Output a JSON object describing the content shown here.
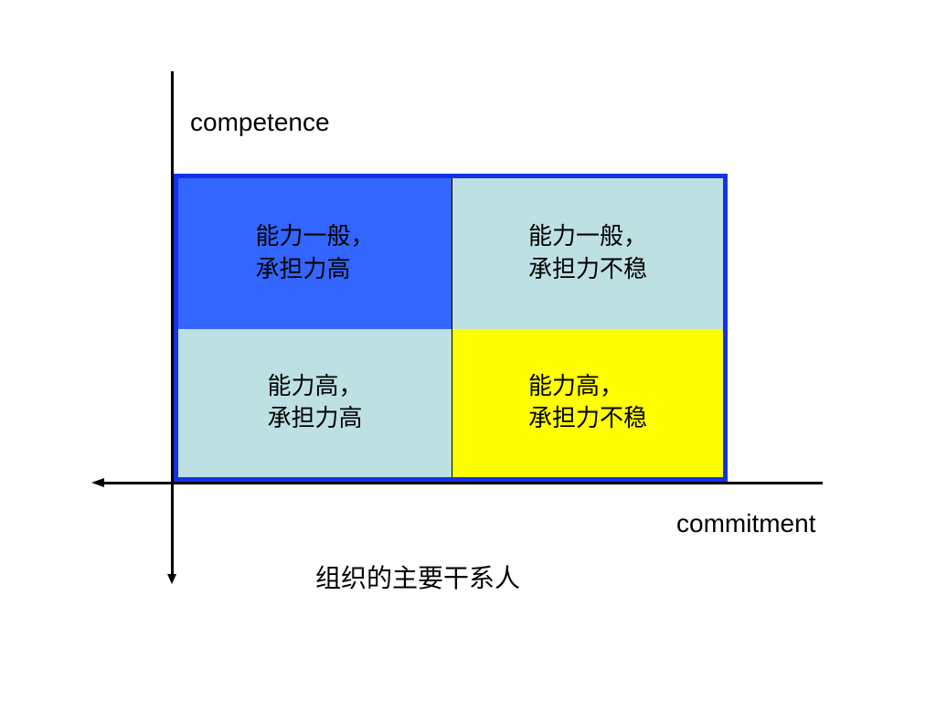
{
  "axes": {
    "y_label": "competence",
    "x_label": "commitment"
  },
  "matrix": {
    "cells": [
      {
        "line1": "能力一般，",
        "line2": "承担力高",
        "color": "#3366ff"
      },
      {
        "line1": "能力一般，",
        "line2": "承担力不稳",
        "color": "#bde0e3"
      },
      {
        "line1": "能力高，",
        "line2": "承担力高",
        "color": "#bde0e3"
      },
      {
        "line1": "能力高，",
        "line2": "承担力不稳",
        "color": "#ffff00"
      }
    ],
    "border_color": "#1533e6"
  },
  "caption": "组织的主要干系人"
}
